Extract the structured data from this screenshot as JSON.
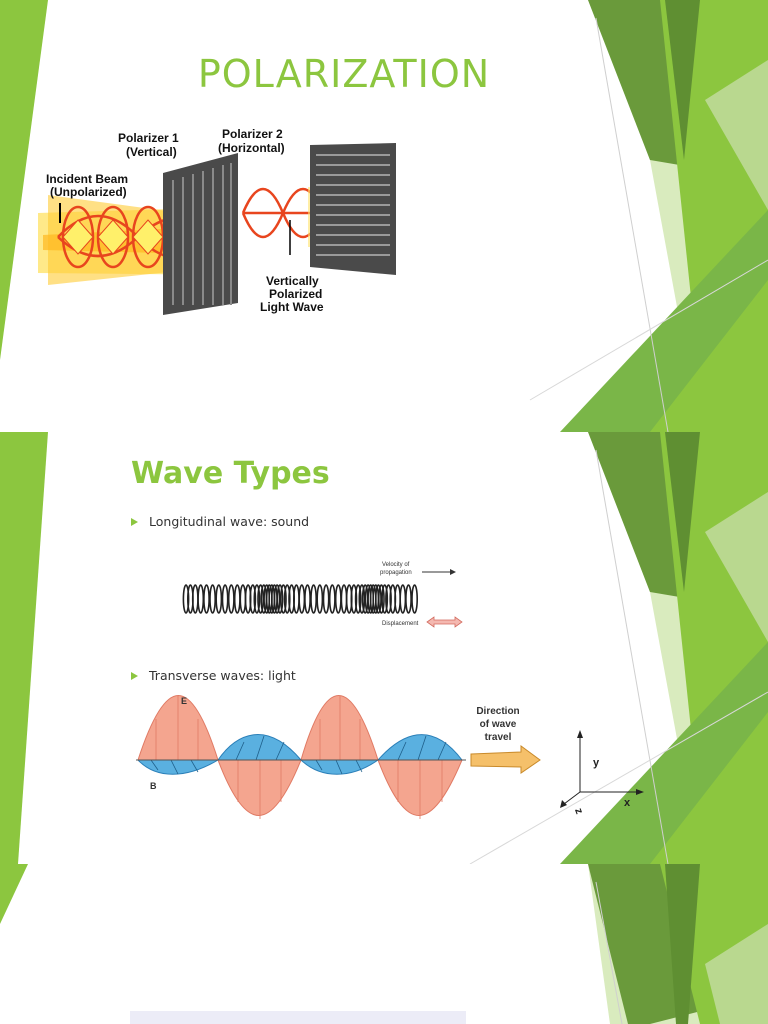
{
  "slides": [
    {
      "title": "POLARIZATION",
      "diagram": {
        "polarizer1": "Polarizer 1",
        "polarizer1_sub": "(Vertical)",
        "polarizer2": "Polarizer 2",
        "polarizer2_sub": "(Horizontal)",
        "incident": "Incident Beam",
        "incident_sub": "(Unpolarized)",
        "polarized_1": "Vertically",
        "polarized_2": "Polarized",
        "polarized_3": "Light Wave"
      }
    },
    {
      "title": "Wave Types",
      "bullets": [
        "Longitudinal wave: sound",
        "Transverse waves: light"
      ],
      "spring": {
        "velocity_1": "Velocity of",
        "velocity_2": "propagation",
        "displacement": "Displacement"
      },
      "transverse": {
        "e": "E",
        "b": "B",
        "dir_1": "Direction",
        "dir_2": "of wave",
        "dir_3": "travel"
      },
      "axes": {
        "y": "y",
        "x": "x",
        "z": "z"
      }
    }
  ],
  "colors": {
    "accent": "#8cc63f",
    "dark_green": "#5f8f32"
  }
}
